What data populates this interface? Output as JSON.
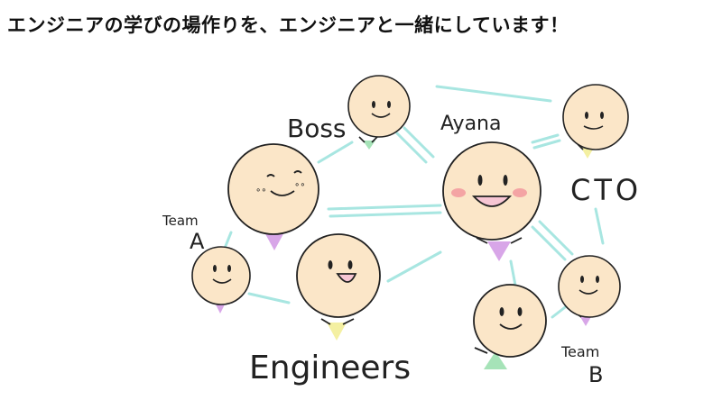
{
  "headline": "エンジニアの学びの場作りを、エンジニアと一緒にしています！",
  "labels": {
    "boss": "Boss",
    "ayana": "Ayana",
    "cto": "CTO",
    "team_a_line1": "Team",
    "team_a_line2": "A",
    "team_b_line1": "Team",
    "team_b_line2": "B",
    "engineers": "Engineers"
  },
  "colors": {
    "face": "#fbe6c8",
    "outline": "#222222",
    "connector": "#a8e6e1",
    "cheek": "#f4a4a4",
    "mouth": "#f7c6d4",
    "green_body": "#a6e3b8",
    "purple_body": "#d8a6e8",
    "yellow_body": "#f4f0a2"
  }
}
